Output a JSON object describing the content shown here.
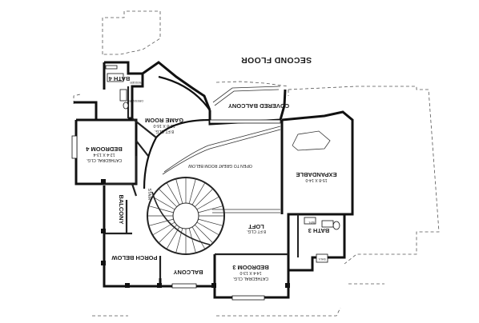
{
  "floor_title": "SECOND FLOOR",
  "rooms": {
    "bath4": {
      "name": "BATH 4"
    },
    "game_room": {
      "name": "GAME ROOM",
      "size": "12-8 X 16-0",
      "note": "8 FT CLG."
    },
    "covered_balcony": {
      "name": "COVERED BALCONY"
    },
    "bedroom4": {
      "name": "BEDROOM 4",
      "size": "12-4 X 13-4",
      "note": "CATHEDRAL CLG."
    },
    "open_below": {
      "name": "OPEN TO GREAT ROOM BELOW"
    },
    "expandable": {
      "name": "EXPANDABLE",
      "size": "15-8 X 14-0"
    },
    "balcony_left": {
      "name": "BALCONY"
    },
    "loft": {
      "name": "LOFT",
      "note": "8 FT CLG."
    },
    "bath3": {
      "name": "BATH 3"
    },
    "porch_below": {
      "name": "PORCH BELOW"
    },
    "bedroom3": {
      "name": "BEDROOM 3",
      "size": "14-4 X 13-0",
      "note": "CATHEDRAL CLG."
    },
    "balcony_bottom": {
      "name": "BALCONY"
    }
  },
  "stair_label": "STAIR",
  "fixture_labels": {
    "dresser_top": "DRESSER",
    "dresser_left": "DRESSER",
    "wh": "W.H.",
    "shelf": "SHLV."
  }
}
